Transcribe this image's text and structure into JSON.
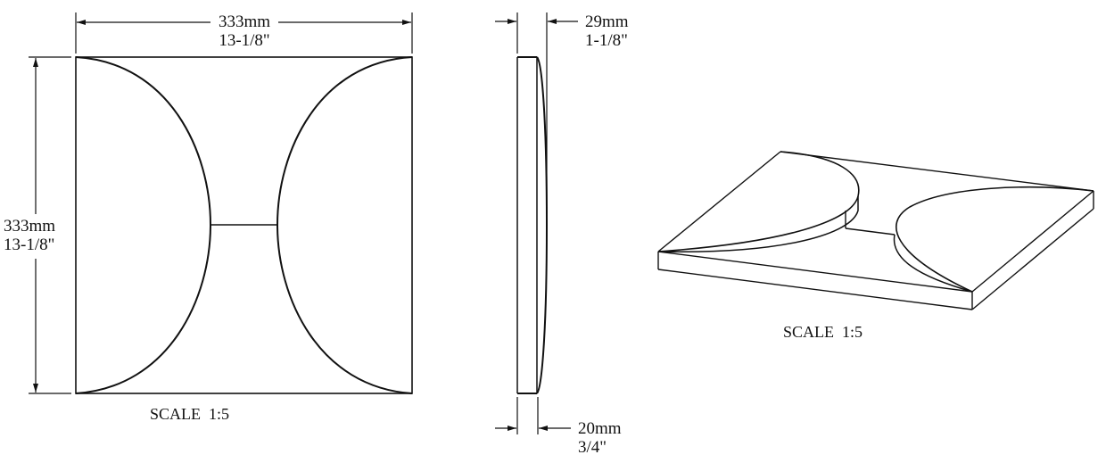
{
  "front_view": {
    "width_dim": {
      "mm": "333mm",
      "inch": "13-1/8\""
    },
    "height_dim": {
      "mm": "333mm",
      "inch": "13-1/8\""
    },
    "scale_label": "SCALE  1:5"
  },
  "side_view": {
    "max_thickness_dim": {
      "mm": "29mm",
      "inch": "1-1/8\""
    },
    "base_thickness_dim": {
      "mm": "20mm",
      "inch": "3/4\""
    }
  },
  "isometric_view": {
    "scale_label": "SCALE  1:5"
  },
  "colors": {
    "line": "#111111",
    "background": "#ffffff"
  }
}
